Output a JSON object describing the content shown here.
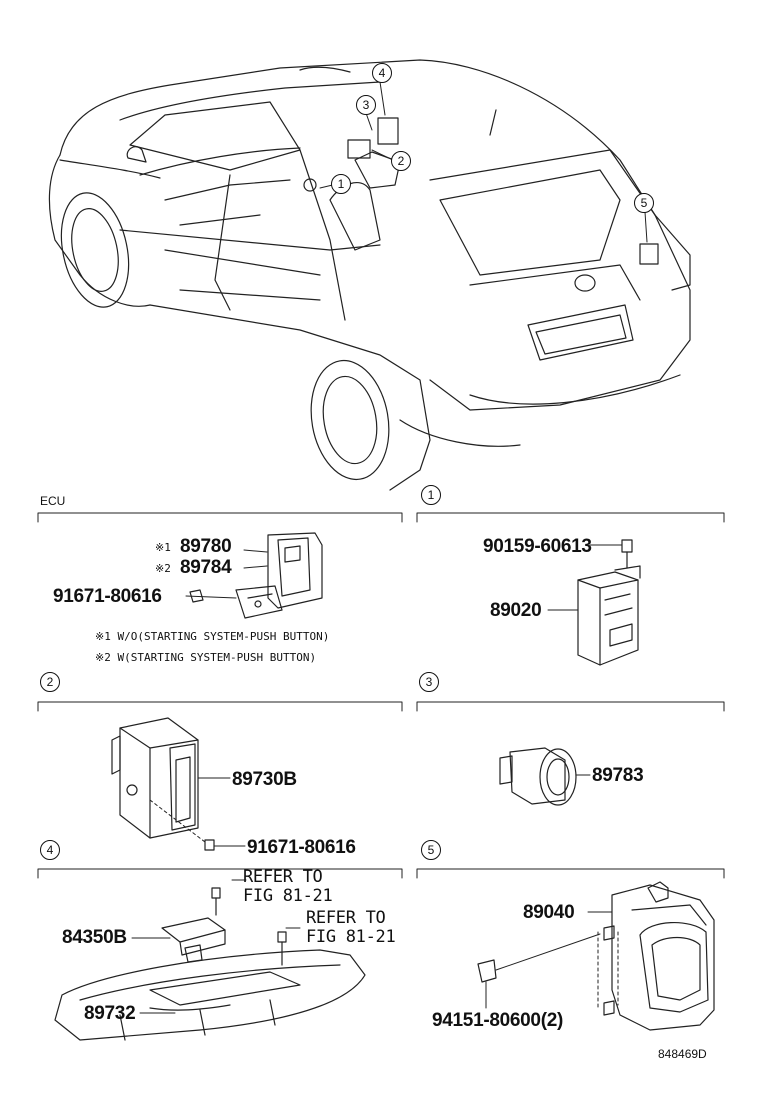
{
  "callouts": [
    "1",
    "2",
    "3",
    "4",
    "5"
  ],
  "ecu": {
    "title": "ECU",
    "mark1": "※1",
    "mark2": "※2",
    "part1": "89780",
    "part2": "89784",
    "bolt": "91671-80616",
    "note1": "※1 W/O(STARTING SYSTEM-PUSH BUTTON)",
    "note2": "※2 W(STARTING SYSTEM-PUSH BUTTON)"
  },
  "sec1": {
    "num": "1",
    "bolt": "90159-60613",
    "part": "89020"
  },
  "sec2": {
    "num": "2",
    "part": "89730B",
    "bolt": "91671-80616"
  },
  "sec3": {
    "num": "3",
    "part": "89783"
  },
  "sec4": {
    "num": "4",
    "refer_a_line1": "REFER TO",
    "refer_a_line2": "FIG 81-21",
    "refer_b_line1": "REFER TO",
    "refer_b_line2": "FIG 81-21",
    "part_a": "84350B",
    "part_b": "89732"
  },
  "sec5": {
    "num": "5",
    "part": "89040",
    "nut": "94151-80600(2)"
  },
  "diagram_code": "848469D"
}
